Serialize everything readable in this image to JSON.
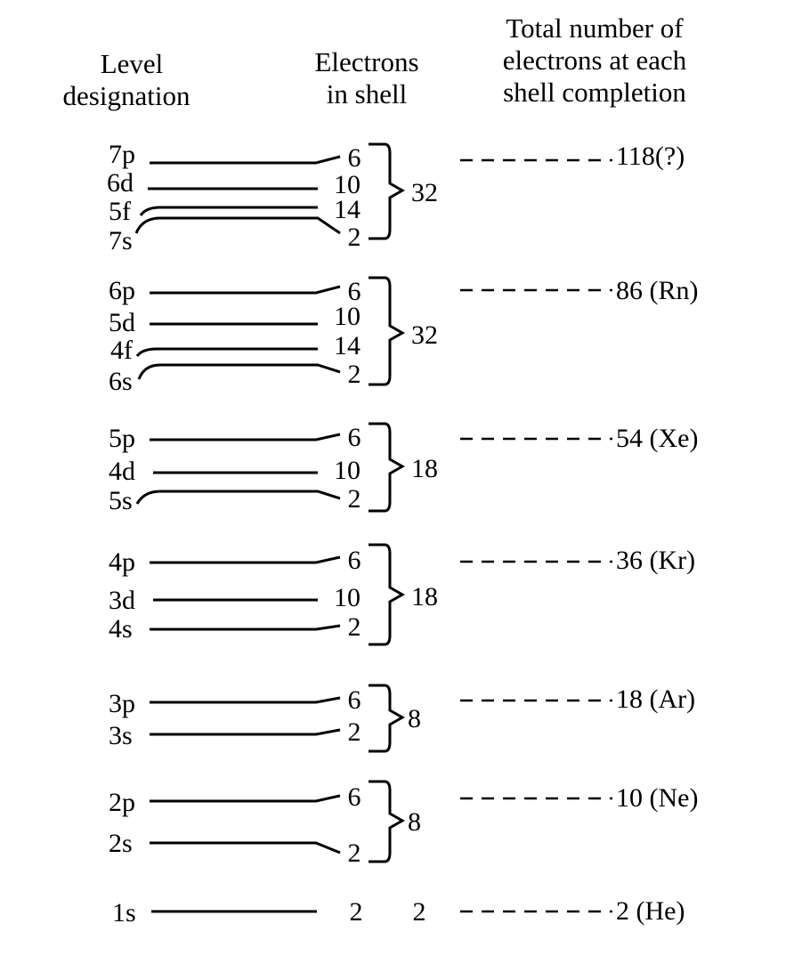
{
  "headers": {
    "level_lines": [
      "Level",
      "designation"
    ],
    "electrons_lines": [
      "Electrons",
      "in shell"
    ],
    "total_lines": [
      "Total number of",
      "electrons at each",
      "shell completion"
    ]
  },
  "groups": [
    {
      "levels": [
        {
          "label": "7p",
          "electrons": "6"
        },
        {
          "label": "6d",
          "electrons": "10"
        },
        {
          "label": "5f",
          "electrons": "14"
        },
        {
          "label": "7s",
          "electrons": "2"
        }
      ],
      "shell_total": "32",
      "cumulative": "118(?)"
    },
    {
      "levels": [
        {
          "label": "6p",
          "electrons": "6"
        },
        {
          "label": "5d",
          "electrons": "10"
        },
        {
          "label": "4f",
          "electrons": "14"
        },
        {
          "label": "6s",
          "electrons": "2"
        }
      ],
      "shell_total": "32",
      "cumulative": "86 (Rn)"
    },
    {
      "levels": [
        {
          "label": "5p",
          "electrons": "6"
        },
        {
          "label": "4d",
          "electrons": "10"
        },
        {
          "label": "5s",
          "electrons": "2"
        }
      ],
      "shell_total": "18",
      "cumulative": "54 (Xe)"
    },
    {
      "levels": [
        {
          "label": "4p",
          "electrons": "6"
        },
        {
          "label": "3d",
          "electrons": "10"
        },
        {
          "label": "4s",
          "electrons": "2"
        }
      ],
      "shell_total": "18",
      "cumulative": "36 (Kr)"
    },
    {
      "levels": [
        {
          "label": "3p",
          "electrons": "6"
        },
        {
          "label": "3s",
          "electrons": "2"
        }
      ],
      "shell_total": "8",
      "cumulative": "18 (Ar)"
    },
    {
      "levels": [
        {
          "label": "2p",
          "electrons": "6"
        },
        {
          "label": "2s",
          "electrons": "2"
        }
      ],
      "shell_total": "8",
      "cumulative": "10 (Ne)"
    },
    {
      "levels": [
        {
          "label": "1s",
          "electrons": "2"
        }
      ],
      "shell_total": "2",
      "cumulative": "2 (He)"
    }
  ]
}
